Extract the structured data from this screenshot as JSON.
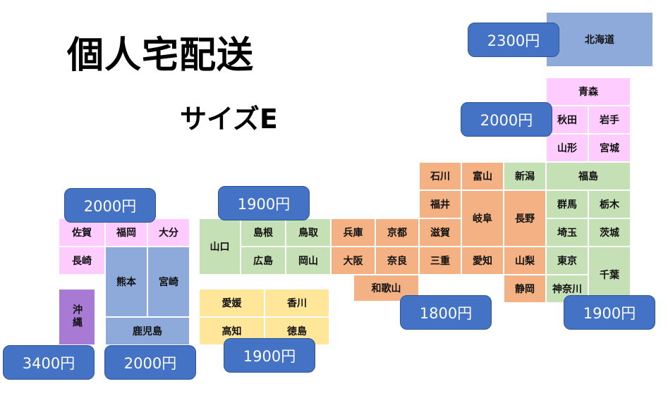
{
  "title": "個人宅配送",
  "subtitle": "サイズE",
  "prefectures": {
    "hokkaido": "北海道",
    "aomori": "青森",
    "akita": "秋田",
    "iwate": "岩手",
    "yamagata": "山形",
    "miyagi": "宮城",
    "fukushima": "福島",
    "niigata": "新潟",
    "gunma": "群馬",
    "tochigi": "栃木",
    "saitama": "埼玉",
    "ibaraki": "茨城",
    "tokyo": "東京",
    "chiba": "千葉",
    "kanagawa": "神奈川",
    "nagano": "長野",
    "yamanashi": "山梨",
    "shizuoka": "静岡",
    "ishikawa": "石川",
    "toyama": "富山",
    "fukui": "福井",
    "gifu": "岐阜",
    "shiga": "滋賀",
    "mie": "三重",
    "aichi": "愛知",
    "hyogo": "兵庫",
    "kyoto": "京都",
    "osaka": "大阪",
    "nara": "奈良",
    "wakayama": "和歌山",
    "yamaguchi": "山口",
    "shimane": "島根",
    "tottori": "鳥取",
    "hiroshima": "広島",
    "okayama": "岡山",
    "ehime": "愛媛",
    "kagawa": "香川",
    "kochi": "高知",
    "tokushima": "徳島",
    "saga": "佐賀",
    "fukuoka": "福岡",
    "oita": "大分",
    "nagasaki": "長崎",
    "kumamoto": "熊本",
    "miyazaki": "宮崎",
    "kagoshima": "鹿児島",
    "okinawa": "沖縄"
  },
  "prices": {
    "hokkaido": "2300円",
    "tohoku": "2000円",
    "chugoku": "1900円",
    "kyushu_north": "2000円",
    "kansai_chubu": "1800円",
    "kanto": "1900円",
    "shikoku": "1900円",
    "okinawa": "3400円",
    "kyushu_south": "2000円"
  },
  "colors": {
    "hokkaido": "#8eaadb",
    "tohoku": "#ffccff",
    "kanto": "#c5e0b4",
    "chubu_kansai": "#f4b183",
    "chugoku": "#c5e0b4",
    "shikoku": "#ffe699",
    "kyushu_north": "#ffccff",
    "kyushu_south": "#8eaadb",
    "okinawa": "#a97ad3",
    "price_box": "#4472c4"
  }
}
